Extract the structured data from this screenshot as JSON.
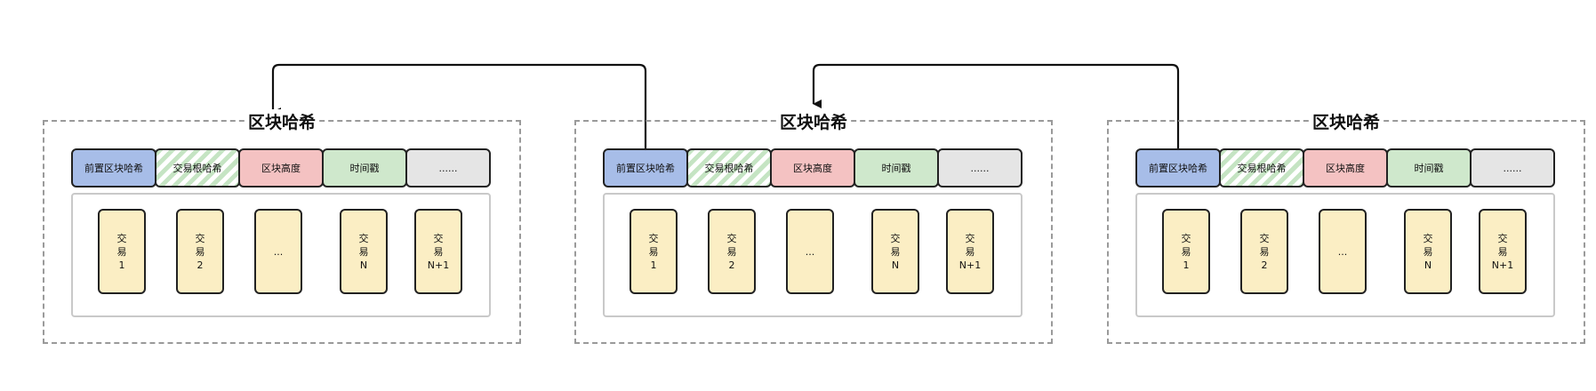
{
  "blocks": [
    {
      "title": "区块哈希",
      "header": [
        "前置区块哈希",
        "交易根哈希",
        "区块高度",
        "时间戳",
        "......"
      ],
      "transactions": [
        {
          "line1": "交",
          "line2": "易",
          "line3": "1"
        },
        {
          "line1": "交",
          "line2": "易",
          "line3": "2"
        },
        {
          "line1": "",
          "line2": "...",
          "line3": ""
        },
        {
          "line1": "交",
          "line2": "易",
          "line3": "N"
        },
        {
          "line1": "交",
          "line2": "易",
          "line3": "N+1"
        }
      ]
    },
    {
      "title": "区块哈希",
      "header": [
        "前置区块哈希",
        "交易根哈希",
        "区块高度",
        "时间戳",
        "......"
      ],
      "transactions": [
        {
          "line1": "交",
          "line2": "易",
          "line3": "1"
        },
        {
          "line1": "交",
          "line2": "易",
          "line3": "2"
        },
        {
          "line1": "",
          "line2": "...",
          "line3": ""
        },
        {
          "line1": "交",
          "line2": "易",
          "line3": "N"
        },
        {
          "line1": "交",
          "line2": "易",
          "line3": "N+1"
        }
      ]
    },
    {
      "title": "区块哈希",
      "header": [
        "前置区块哈希",
        "交易根哈希",
        "区块高度",
        "时间戳",
        "......"
      ],
      "transactions": [
        {
          "line1": "交",
          "line2": "易",
          "line3": "1"
        },
        {
          "line1": "交",
          "line2": "易",
          "line3": "2"
        },
        {
          "line1": "",
          "line2": "...",
          "line3": ""
        },
        {
          "line1": "交",
          "line2": "易",
          "line3": "N"
        },
        {
          "line1": "交",
          "line2": "易",
          "line3": "N+1"
        }
      ]
    }
  ],
  "colors": {
    "prev_hash": "#a7bde8",
    "tx_root": "#c5e4c3",
    "height": "#f4c2c2",
    "timestamp": "#cfe8cc",
    "more": "#e5e5e5",
    "transaction": "#fbeec4"
  }
}
